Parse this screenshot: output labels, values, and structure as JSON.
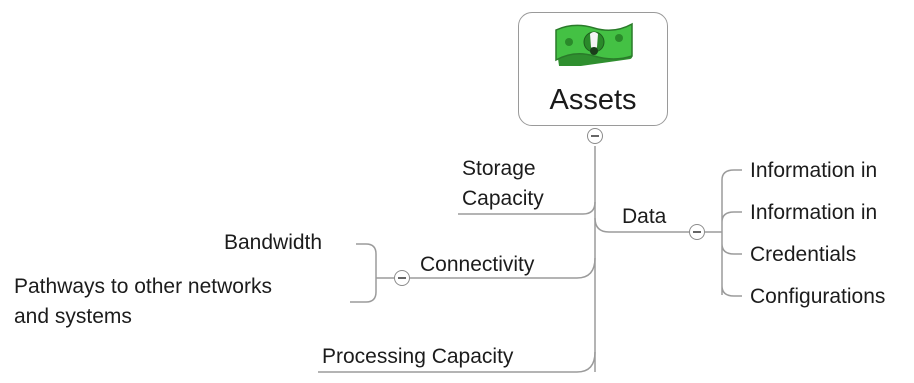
{
  "root": {
    "label": "Assets",
    "icon": "money-bill-icon",
    "accent": "#3fbf3f"
  },
  "branches": {
    "storage": {
      "line1": "Storage",
      "line2": "Capacity"
    },
    "data": {
      "label": "Data",
      "children": [
        "Information in",
        "Information in",
        "Credentials",
        "Configurations"
      ]
    },
    "connectivity": {
      "label": "Connectivity",
      "children": [
        "Bandwidth",
        "Pathways to other networks",
        "and systems"
      ]
    },
    "processing": {
      "label": "Processing Capacity"
    }
  },
  "colors": {
    "line": "#9b9b9b",
    "text": "#1c1c1c"
  }
}
